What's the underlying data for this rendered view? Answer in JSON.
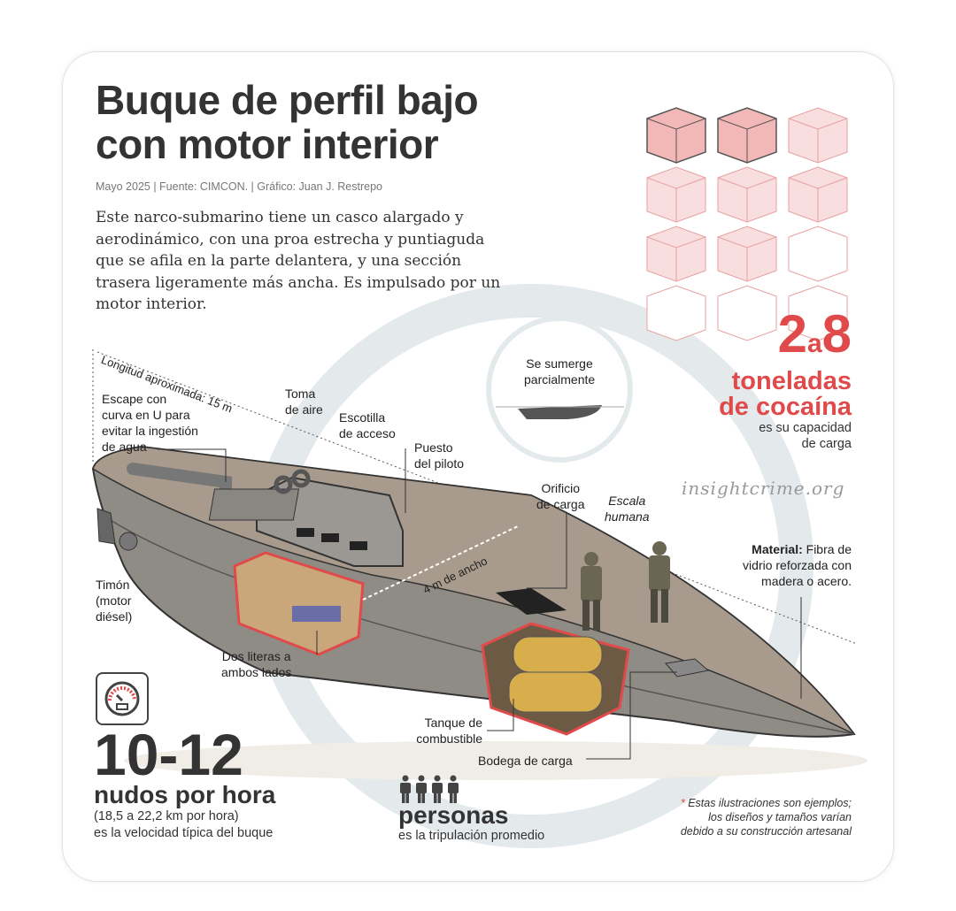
{
  "title": {
    "line1": "Buque de perfil bajo",
    "line2": "con motor interior"
  },
  "meta": "Mayo 2025 | Fuente: CIMCON. | Gráfico: Juan J. Restrepo",
  "description": "Este narco-submarino tiene un casco alargado y aerodinámico, con una proa estrecha y puntiaguda que se afila en la parte delantera, y una sección trasera ligeramente más ancha. Es impulsado por un motor interior.",
  "capacity": {
    "min": "2",
    "connector": "a",
    "max": "8",
    "unit_line1": "toneladas",
    "unit_line2": "de cocaína",
    "desc_line1": "es su capacidad",
    "desc_line2": "de carga",
    "cubes_filled": 8,
    "cubes_total": 12
  },
  "watermark": "insightcrime.org",
  "inset": {
    "line1": "Se sumerge",
    "line2": "parcialmente"
  },
  "labels": {
    "length": "Longitud aproximada: 15 m",
    "exhaust": [
      "Escape con",
      "curva en U para",
      "evitar la ingestión",
      "de agua"
    ],
    "air": [
      "Toma",
      "de aire"
    ],
    "hatch": [
      "Escotilla",
      "de acceso"
    ],
    "pilot": [
      "Puesto",
      "del piloto"
    ],
    "cargo_hole": [
      "Orificio",
      "de carga"
    ],
    "scale": [
      "Escala",
      "humana"
    ],
    "material_bold": "Material:",
    "material": [
      " Fibra de",
      "vidrio reforzada con",
      "madera o acero."
    ],
    "rudder": [
      "Timón",
      "(motor",
      "diésel)"
    ],
    "bunks": [
      "Dos literas a",
      "ambos lados"
    ],
    "width": "4 m de ancho",
    "tank": [
      "Tanque de",
      "combustible"
    ],
    "hold": "Bodega de carga"
  },
  "speed": {
    "value": "10-12",
    "unit": "nudos por hora",
    "kmh": "(18,5 a 22,2 km por hora)",
    "desc": "es la velocidad típica del buque"
  },
  "crew": {
    "count": 4,
    "unit": "personas",
    "desc": "es la tripulación promedio"
  },
  "footnote": {
    "star": "*",
    "lines": [
      "Estas ilustraciones son ejemplos;",
      "los diseños y tamaños varían",
      "debido a su construcción artesanal"
    ]
  },
  "colors": {
    "accent": "#e04a4a",
    "ring": "#e4e9ec",
    "hull": "#8e8a84"
  }
}
